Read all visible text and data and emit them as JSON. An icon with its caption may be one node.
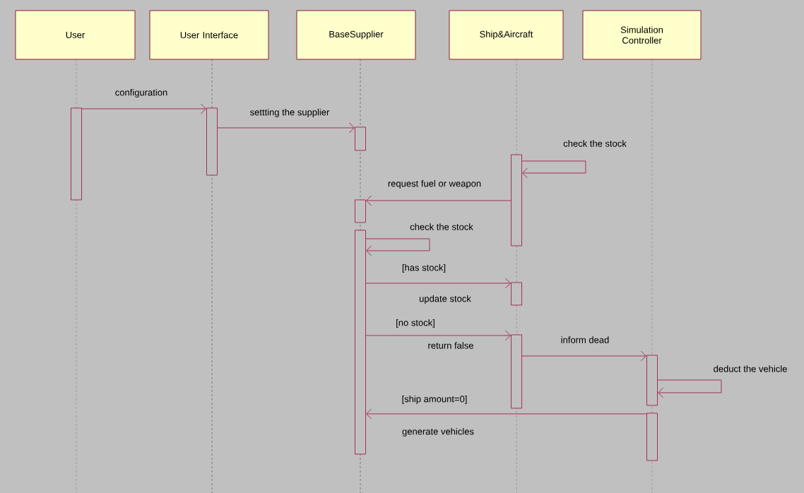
{
  "diagram": {
    "nodes": [
      {
        "text": [
          "User"
        ]
      },
      {
        "text": [
          "User Interface"
        ]
      },
      {
        "text": [
          "BaseSupplier"
        ]
      },
      {
        "text": [
          "Ship&Aircraft"
        ]
      },
      {
        "text": [
          "Simulation Controller"
        ]
      },
      {
        "text": [],
        "shape": "bar"
      },
      {
        "text": [],
        "shape": "bar"
      },
      {
        "text": [],
        "shape": "bar"
      },
      {
        "text": [],
        "shape": "bar"
      },
      {
        "text": [],
        "shape": "bar"
      },
      {
        "text": [],
        "shape": "bar"
      },
      {
        "text": [],
        "shape": "bar"
      },
      {
        "text": [],
        "shape": "bar"
      },
      {
        "text": [],
        "shape": "bar"
      },
      {
        "text": [],
        "shape": "bar"
      }
    ],
    "edges": [
      {
        "from": 5,
        "to": 6,
        "arrow": "to",
        "label": "configuration"
      },
      {
        "from": 6,
        "to": 7,
        "arrow": "to",
        "label": "settting the supplier"
      },
      {
        "from": 10,
        "to": 10,
        "arrow": "to",
        "label": "check the stock"
      },
      {
        "from": 10,
        "to": 8,
        "arrow": "to",
        "label": "request fuel or weapon"
      },
      {
        "from": 9,
        "to": 9,
        "arrow": "to",
        "label": "check the stock"
      },
      {
        "from": 9,
        "to": 11,
        "arrow": "to",
        "label": "[has stock]"
      },
      {
        "from": 9,
        "to": 12,
        "arrow": "to",
        "label": "[no stock]"
      },
      {
        "from": 12,
        "to": 13,
        "arrow": "to",
        "label": "inform dead"
      },
      {
        "from": 13,
        "to": 13,
        "arrow": "to",
        "label": "deduct the vehicle"
      },
      {
        "from": 14,
        "to": 9,
        "arrow": "to",
        "label": "[ship amount=0]"
      }
    ],
    "labels": [
      "update stock",
      "return false",
      "generate vehicles"
    ]
  }
}
